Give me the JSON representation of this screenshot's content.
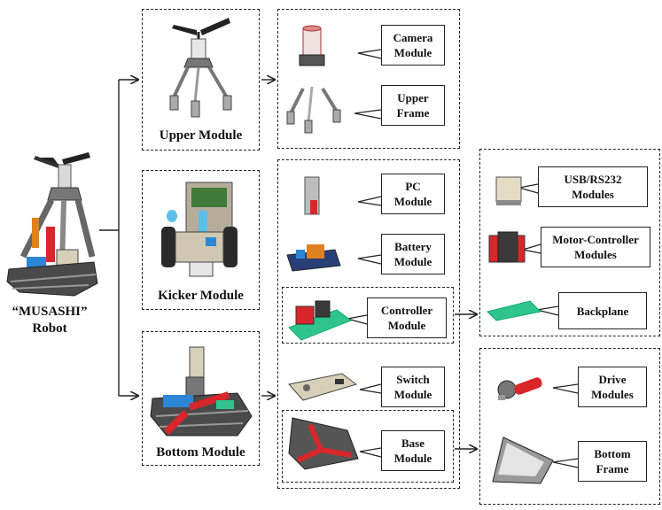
{
  "labels": {
    "robot_line1": "“MUSASHI”",
    "robot_line2": "Robot",
    "upper_module": "Upper Module",
    "kicker_module": "Kicker Module",
    "bottom_module": "Bottom Module"
  },
  "callouts": {
    "camera": "Camera\nModule",
    "upper_frame": "Upper\nFrame",
    "pc": "PC\nModule",
    "battery": "Battery\nModule",
    "controller": "Controller\nModule",
    "switch": "Switch\nModule",
    "base": "Base\nModule",
    "usb": "USB/RS232\nModules",
    "motor_controller": "Motor-Controller\nModules",
    "backplane": "Backplane",
    "drive": "Drive\nModules",
    "bottom_frame": "Bottom\nFrame"
  },
  "colors": {
    "line": "#222222",
    "frame_gray": "#8a8a8a",
    "dark": "#3a3a3a",
    "red": "#d8262b",
    "blue": "#2b86d6",
    "green": "#2fc48e",
    "beige": "#d8cfb8"
  }
}
